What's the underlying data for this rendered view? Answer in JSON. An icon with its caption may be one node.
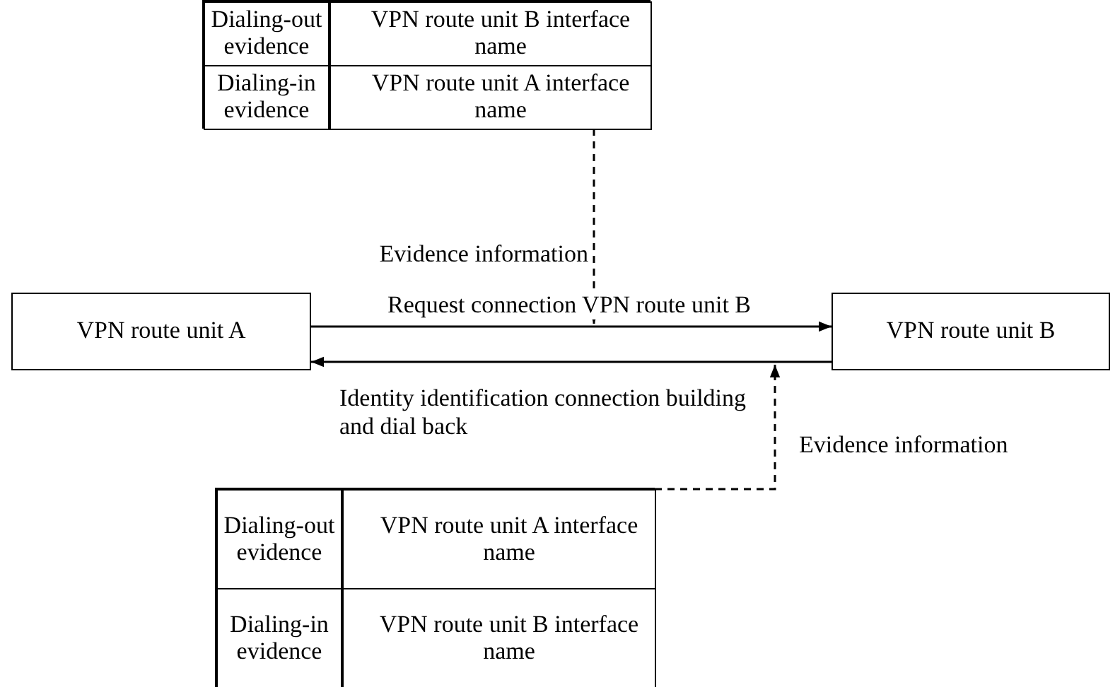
{
  "diagram": {
    "nodes": [
      {
        "text": [],
        "shape": "box"
      },
      {
        "text": [
          "Dialing-out evidence"
        ],
        "in": 0
      },
      {
        "text": [
          "VPN route unit B interface name"
        ],
        "in": 0
      },
      {
        "text": [
          "Dialing-in evidence"
        ],
        "in": 0
      },
      {
        "text": [
          "VPN route unit A interface name"
        ],
        "in": 0
      },
      {
        "text": [
          "VPN route unit A"
        ]
      },
      {
        "text": [
          "VPN route unit B"
        ]
      },
      {
        "text": [],
        "shape": "box"
      },
      {
        "text": [
          "Dialing-out evidence"
        ],
        "in": 7
      },
      {
        "text": [
          "VPN route unit A interface name"
        ],
        "in": 7
      },
      {
        "text": [
          "Dialing-in evidence"
        ],
        "in": 7
      },
      {
        "text": [
          "VPN route unit B interface name"
        ],
        "in": 7
      }
    ],
    "edges": [
      {
        "from": 5,
        "to": 6,
        "arrow": "to",
        "label": "Request connection VPN route unit B"
      },
      {
        "from": 6,
        "to": 5,
        "arrow": "to",
        "label": "Identity identification connection building and dial back"
      },
      {
        "from": 0,
        "to": null,
        "arrow": "to",
        "style": "dashed",
        "label": "Evidence information"
      },
      {
        "from": 7,
        "to": null,
        "arrow": "to",
        "style": "dashed",
        "label": "Evidence information"
      }
    ]
  }
}
